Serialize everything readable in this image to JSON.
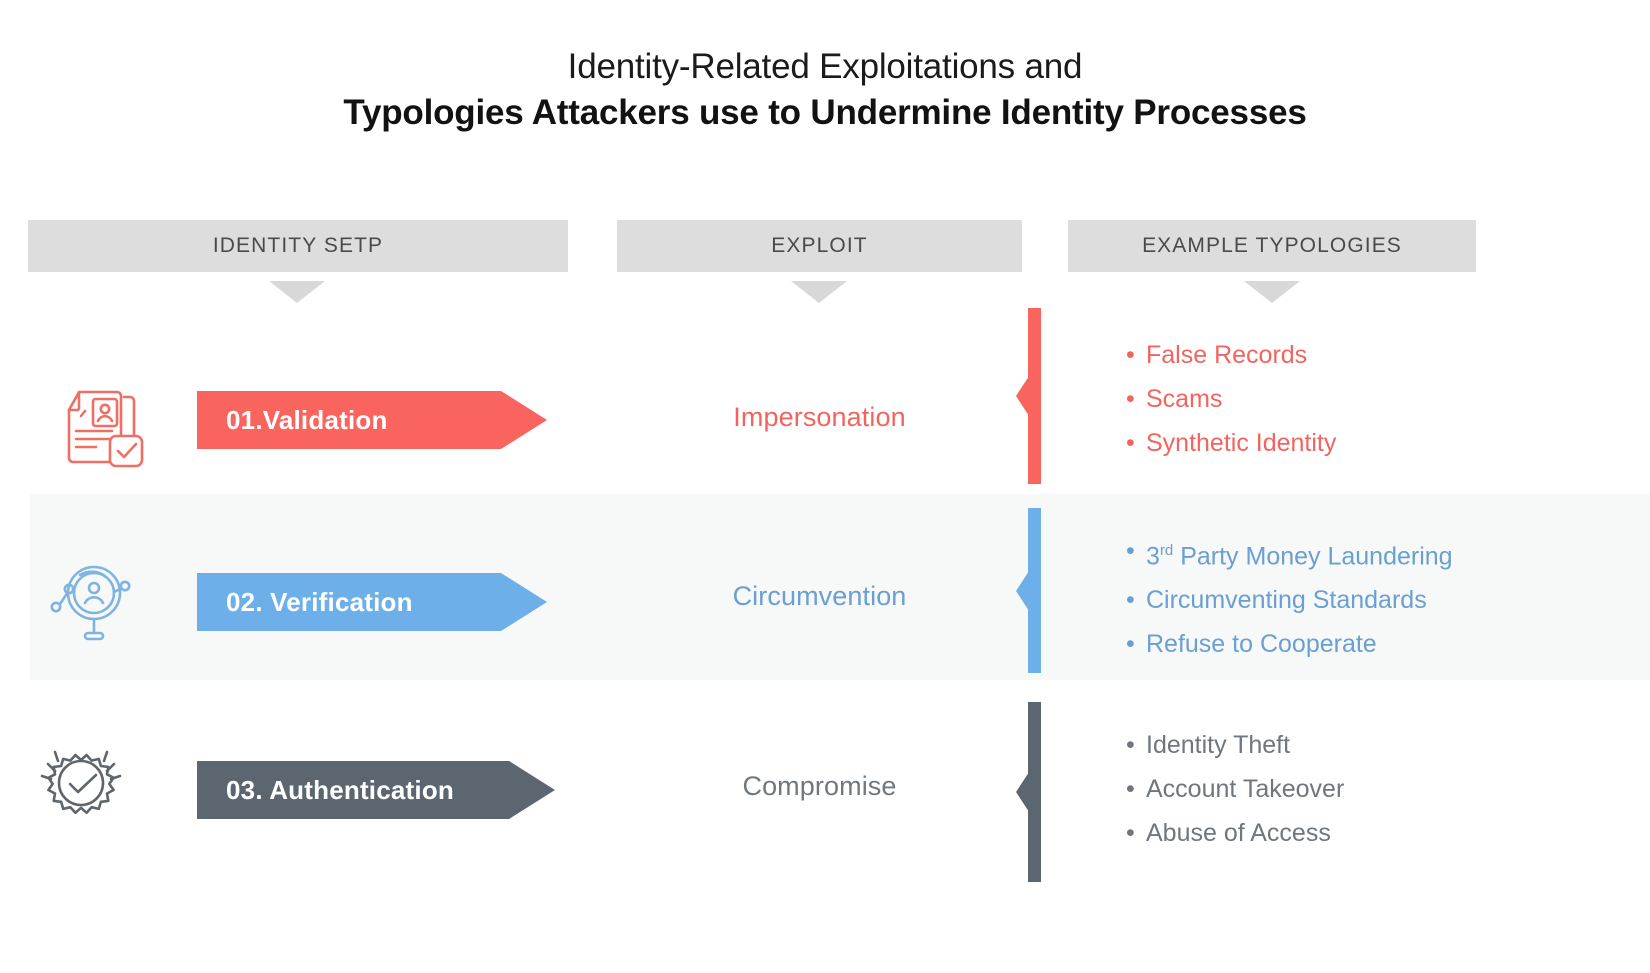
{
  "title": {
    "line1": "Identity-Related Exploitations and",
    "line2": "Typologies Attackers use to Undermine Identity Processes"
  },
  "colors": {
    "red": "#FA645F",
    "blue": "#6DAFE9",
    "gray": "#5B6670",
    "header_bar": "#DDDDDD",
    "row_band": "#F7F8F8"
  },
  "columns": [
    {
      "id": "identity-step",
      "label": "IDENTITY SETP"
    },
    {
      "id": "exploit",
      "label": "EXPLOIT"
    },
    {
      "id": "example-typologies",
      "label": "EXAMPLE TYPOLOGIES"
    }
  ],
  "rows": [
    {
      "id": "validation",
      "icon": "id-document-check-icon",
      "step_label": "01.Validation",
      "exploit": "Impersonation",
      "color": "#FA645F",
      "typologies": [
        "False Records",
        "Scams",
        "Synthetic Identity"
      ]
    },
    {
      "id": "verification",
      "icon": "magnifier-person-network-icon",
      "step_label": "02. Verification",
      "exploit": "Circumvention",
      "color": "#6DAFE9",
      "typologies": [
        {
          "prefix": "3",
          "sup": "rd",
          "rest": " Party Money Laundering"
        },
        "Circumventing  Standards",
        "Refuse to Cooperate"
      ]
    },
    {
      "id": "authentication",
      "icon": "verified-badge-check-icon",
      "step_label": "03. Authentication",
      "exploit": "Compromise",
      "color": "#5B6670",
      "typologies": [
        "Identity Theft",
        "Account Takeover",
        "Abuse of Access"
      ]
    }
  ]
}
